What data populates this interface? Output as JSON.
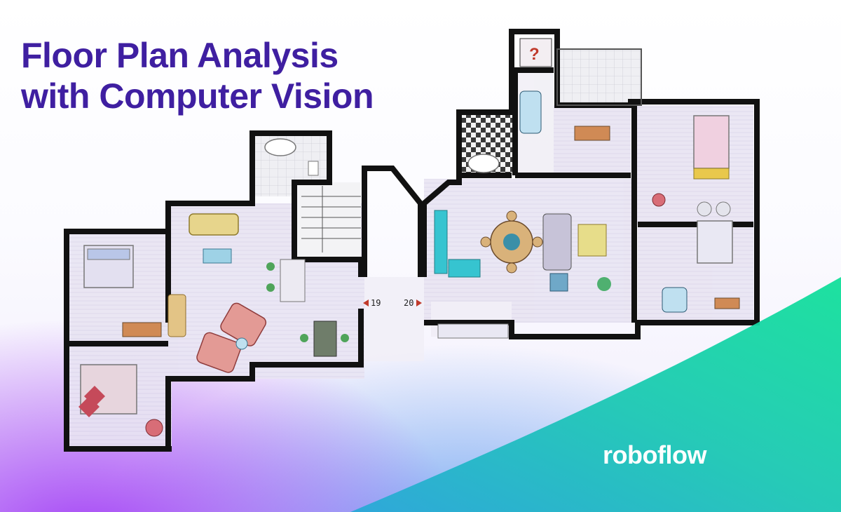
{
  "hero": {
    "title_line1": "Floor Plan Analysis",
    "title_line2": "with Computer Vision",
    "title_color": "#3f1fa1"
  },
  "floorplan": {
    "door_left": "19",
    "door_right": "20",
    "closet_mark": "?"
  },
  "brand": {
    "logo_text": "roboflow"
  },
  "colors": {
    "gradient_purple": "#a03cf5",
    "gradient_blue": "#5096f0",
    "band_green": "#17dca0",
    "wall": "#111111",
    "floor": "#eae6f4"
  }
}
